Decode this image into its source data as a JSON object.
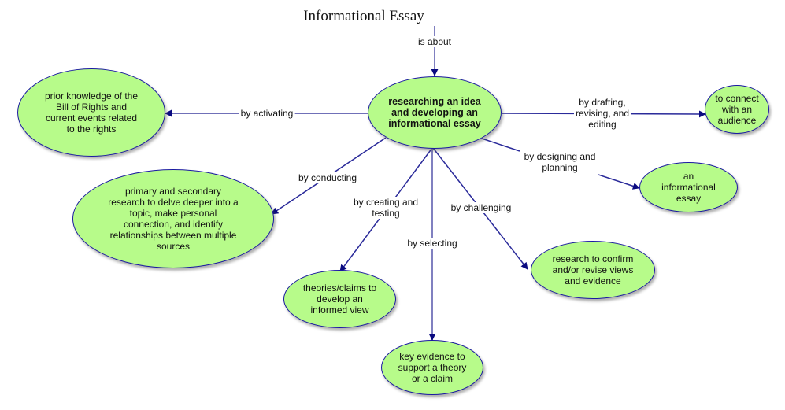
{
  "title": "Informational Essay",
  "colors": {
    "node_fill": "#b7fb8a",
    "node_border": "#1a1aa0",
    "line": "#2a2a9a",
    "arrow": "#0a0a80"
  },
  "nodes": {
    "central": "researching an idea\nand developing an\ninformational essay",
    "prior_knowledge": "prior knowledge of the\nBill of Rights and\ncurrent events related\nto the rights",
    "connect_audience": "to connect\nwith an\naudience",
    "primary_research": "primary and secondary\nresearch to delve deeper into a\ntopic, make personal\nconnection, and identify\nrelationships between multiple\nsources",
    "informational_essay": "an\ninformational\nessay",
    "theories_claims": "theories/claims to\ndevelop an\ninformed view",
    "key_evidence": "key evidence to\nsupport a theory\nor a claim",
    "confirm_revise": "research to confirm\nand/or revise views\nand evidence"
  },
  "links": {
    "is_about": "is about",
    "by_activating": "by activating",
    "by_drafting": "by drafting,\nrevising, and\nediting",
    "by_conducting": "by conducting",
    "by_designing": "by designing and\nplanning",
    "by_creating": "by creating and\ntesting",
    "by_challenging": "by challenging",
    "by_selecting": "by selecting"
  }
}
